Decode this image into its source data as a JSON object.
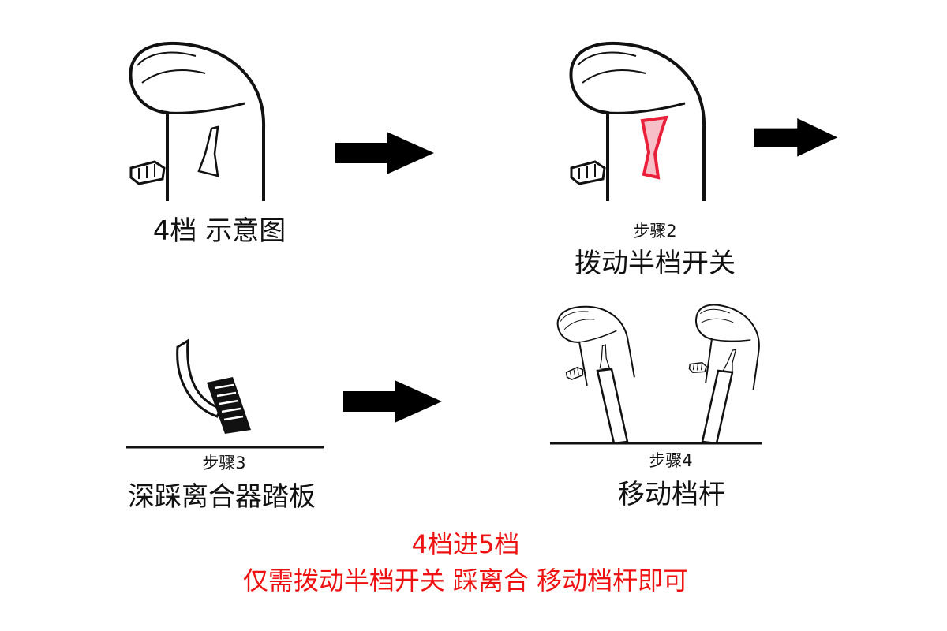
{
  "colors": {
    "text": "#111111",
    "highlight": "#ee1111",
    "switch_active": "#e8203a"
  },
  "panels": [
    {
      "step": "",
      "label": "4档 示意图",
      "icon": "gear-knob-icon"
    },
    {
      "step": "步骤2",
      "label": "拨动半档开关",
      "icon": "gear-knob-switch-highlight-icon"
    },
    {
      "step": "步骤3",
      "label": "深踩离合器踏板",
      "icon": "clutch-pedal-icon"
    },
    {
      "step": "步骤4",
      "label": "移动档杆",
      "icon": "gear-lever-move-icon"
    }
  ],
  "summary": {
    "title": "4档进5档",
    "text": "仅需拨动半档开关 踩离合 移动档杆即可"
  }
}
